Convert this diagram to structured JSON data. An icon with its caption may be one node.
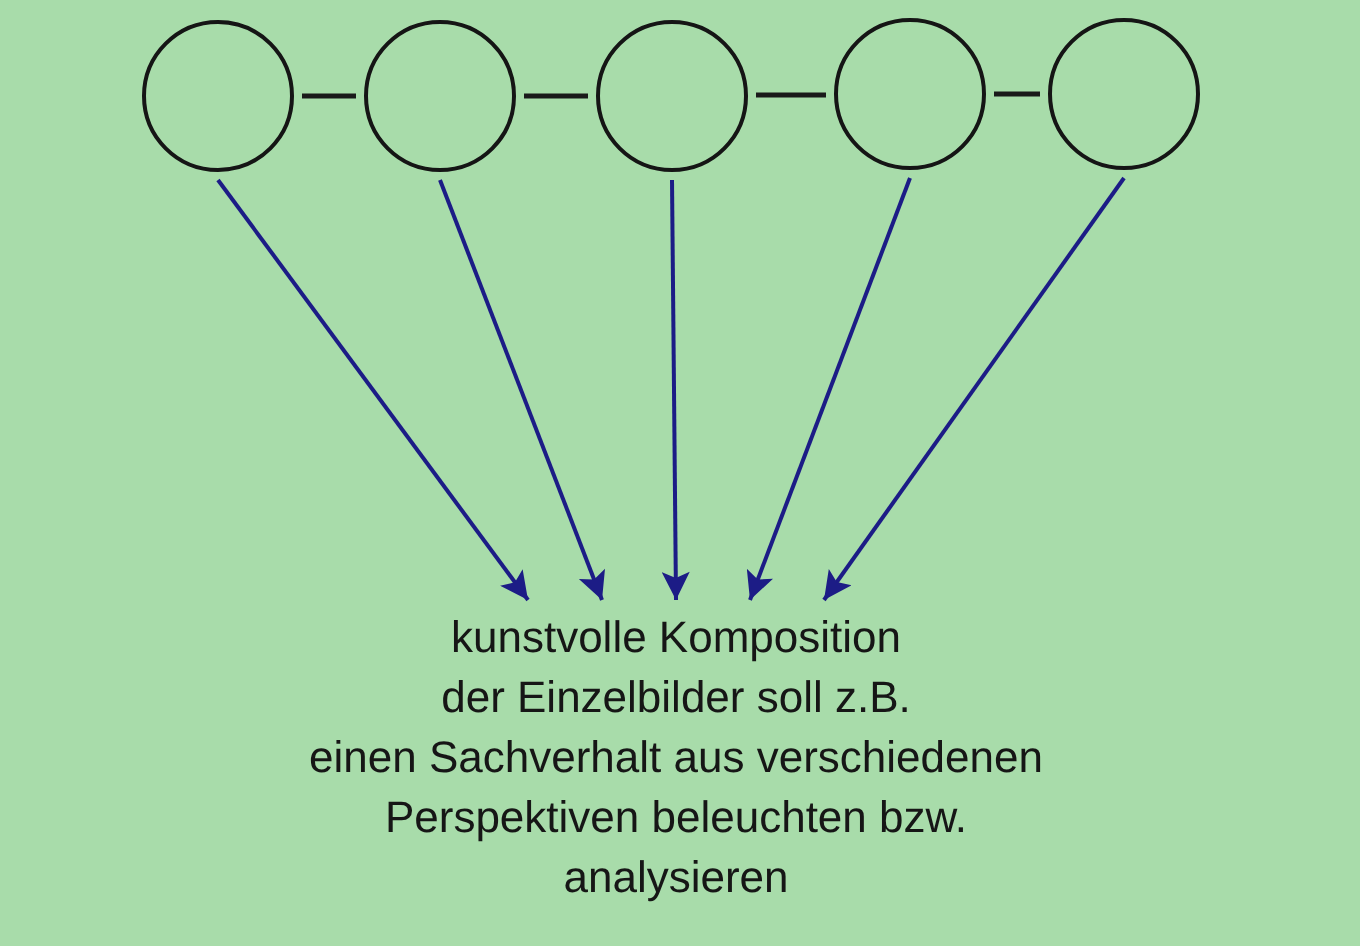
{
  "diagram": {
    "nodes": [
      {
        "text": [],
        "shape": "circle"
      },
      {
        "text": [],
        "shape": "circle"
      },
      {
        "text": [],
        "shape": "circle"
      },
      {
        "text": [],
        "shape": "circle"
      },
      {
        "text": [],
        "shape": "circle"
      },
      {
        "text": [
          "kunstvolle Komposition der Einzelbilder soll z.B. einen Sachverhalt aus verschiedenen Perspektiven beleuchten bzw. analysieren"
        ]
      }
    ],
    "edges": [
      {
        "from": 0,
        "to": 1,
        "arrow": "none",
        "color": "#1a1a1a"
      },
      {
        "from": 1,
        "to": 2,
        "arrow": "none",
        "color": "#1a1a1a"
      },
      {
        "from": 2,
        "to": 3,
        "arrow": "none",
        "color": "#1a1a1a"
      },
      {
        "from": 3,
        "to": 4,
        "arrow": "none",
        "color": "#1a1a1a"
      },
      {
        "from": 0,
        "to": 5,
        "arrow": "to"
      },
      {
        "from": 1,
        "to": 5,
        "arrow": "to"
      },
      {
        "from": 2,
        "to": 5,
        "arrow": "to"
      },
      {
        "from": 3,
        "to": 5,
        "arrow": "to"
      },
      {
        "from": 4,
        "to": 5,
        "arrow": "to"
      }
    ]
  }
}
